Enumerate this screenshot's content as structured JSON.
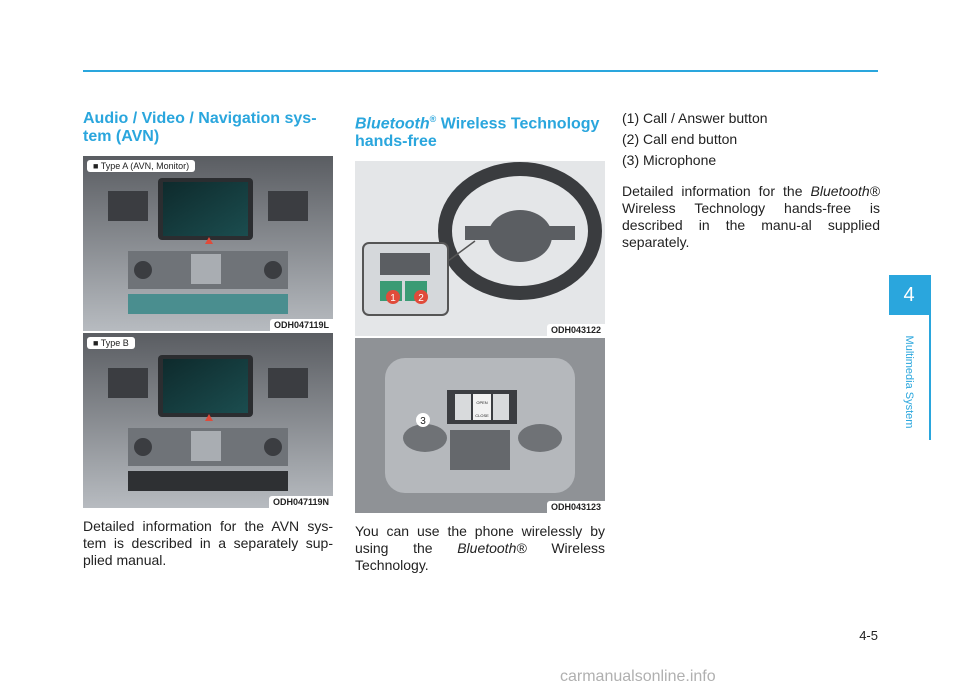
{
  "avn": {
    "heading": "Audio / Video / Navigation sys-tem (AVN)",
    "fig1_label": "■ Type A (AVN, Monitor)",
    "fig1_code": "ODH047119L",
    "fig2_label": "■ Type B",
    "fig2_code": "ODH047119N",
    "body": "Detailed information for the AVN sys-tem is described in a separately sup-plied manual."
  },
  "bt": {
    "heading_brand": "Bluetooth",
    "heading_reg": "®",
    "heading_rest": " Wireless Technology hands-free",
    "fig1_code": "ODH043122",
    "fig2_code": "ODH043123",
    "callout_1": "1",
    "callout_2": "2",
    "callout_3": "3",
    "overhead_open": "OPEN",
    "overhead_close": "CLOSE",
    "body_pre": "You can use the phone wirelessly by using the ",
    "body_brand": "Bluetooth®",
    "body_post": " Wireless Technology."
  },
  "list": {
    "item1": "(1) Call / Answer button",
    "item2": "(2) Call end button",
    "item3": "(3) Microphone",
    "detail_pre": "Detailed information for the ",
    "detail_brand": "Bluetooth®",
    "detail_post": " Wireless Technology hands-free is described in the manu-al supplied separately."
  },
  "side": {
    "chapter": "4",
    "section": "Multimedia System"
  },
  "page_number": "4-5",
  "watermark": "carmanualsonline.info"
}
